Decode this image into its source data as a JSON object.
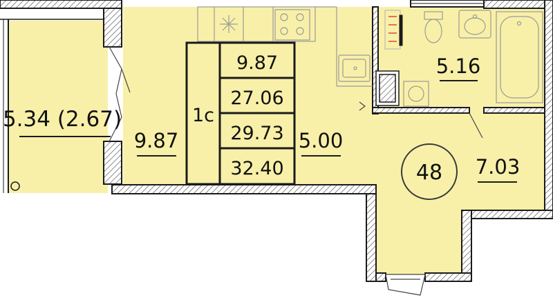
{
  "colors": {
    "room_fill": "#f8f0a8",
    "wall": "#1a1a1a",
    "wall_hatch": "#8a8a8a",
    "fixture_line": "#9a9a9a",
    "background": "#ffffff"
  },
  "plan": {
    "balcony_area": "5.34 (2.67)",
    "hall_area": "9.87",
    "kitchen_area": "5.00",
    "bathroom_area": "5.16",
    "entry_area": "7.03",
    "unit_number": "48",
    "summary": {
      "rooms": "1с",
      "living": "9.87",
      "total_no_balcony": "27.06",
      "total": "29.73",
      "total_with_balcony": "32.40"
    }
  }
}
